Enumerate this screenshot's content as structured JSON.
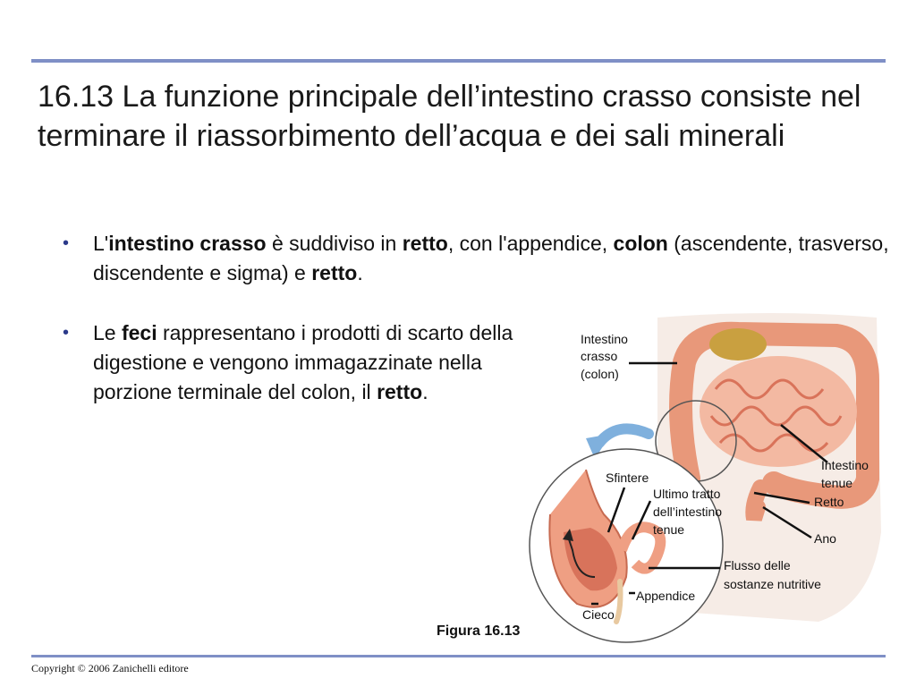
{
  "slide": {
    "title": "16.13 La funzione principale dell’intestino crasso consiste nel terminare il riassorbimento dell’acqua e dei sali minerali",
    "bullet1": {
      "p1": "L'",
      "b1": "intestino crasso",
      "p2": " è suddiviso in ",
      "b2": "retto",
      "p3": ", con l'appendice, ",
      "b3": "colon",
      "p4": " (ascendente, trasverso, discendente e sigma) e ",
      "b4": "retto",
      "p5": "."
    },
    "bullet2": {
      "p1": "Le ",
      "b1": "feci",
      "p2": " rappresentano i prodotti di scarto della digestione e vengono immagazzinate nella porzione terminale del colon, il ",
      "b2": "retto",
      "p3": "."
    },
    "bullet_glyph": "•",
    "figure": {
      "labels": {
        "intestino_crasso_1": "Intestino",
        "intestino_crasso_2": "crasso",
        "intestino_crasso_3": "(colon)",
        "intestino_tenue_1": "Intestino",
        "intestino_tenue_2": "tenue",
        "retto": "Retto",
        "ano": "Ano",
        "sfintere": "Sfintere",
        "ultimo_1": "Ultimo tratto",
        "ultimo_2": "dell’intestino",
        "ultimo_3": "tenue",
        "flusso_1": "Flusso delle",
        "flusso_2": "sostanze nutritive",
        "appendice": "Appendice",
        "cieco": "Cieco"
      },
      "caption": "Figura 16.13"
    },
    "copyright": "Copyright © 2006 Zanichelli editore"
  },
  "colors": {
    "rule": "#7f8fc6",
    "tissue": "#f0a98c",
    "tissue_dark": "#d9735a",
    "arrow": "#7fb0dd"
  }
}
